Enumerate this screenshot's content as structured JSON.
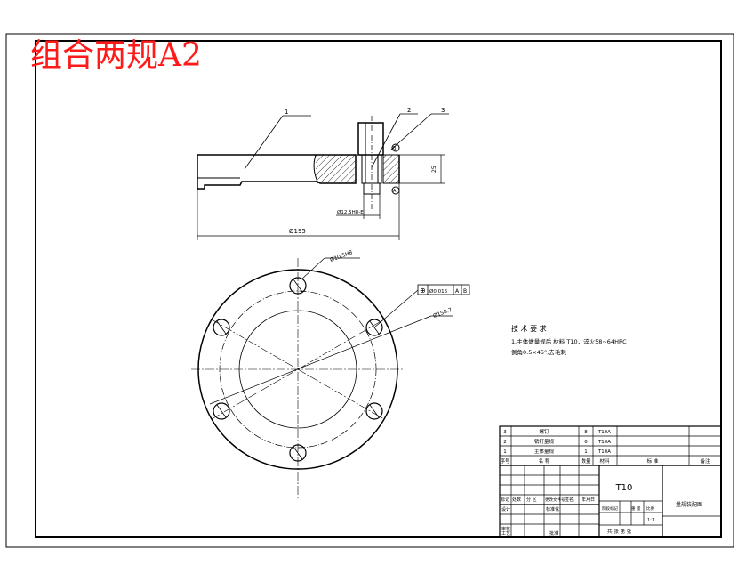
{
  "stamp": "组合两规A2",
  "colors": {
    "stamp": "#ff1a1a",
    "ink": "#000000",
    "paper": "#ffffff"
  },
  "section_view": {
    "balloons": [
      "1",
      "2",
      "3"
    ],
    "dim_diameter": "Ø195",
    "dim_height": "25",
    "dim_hole": "Ø12.5H8-E",
    "datum_b": "B",
    "datum_a": "A"
  },
  "plan_view": {
    "dim_hole": "Ø10.5H8",
    "dim_pcd": "Ø158.7",
    "fcf_symbol": "⊕",
    "fcf_tol": "Ø0.016",
    "fcf_datum_a": "A",
    "fcf_datum_b": "B"
  },
  "tech_req": {
    "title": "技 术 要 求",
    "line1": "1.主体做量规后  材料  T10，淬火58~64HRC",
    "line2": "倒角0.5×45°,去毛刺"
  },
  "parts": [
    {
      "no": "3",
      "name": "螺钉",
      "qty": "8",
      "material": "T10A"
    },
    {
      "no": "2",
      "name": "销钉量规",
      "qty": "6",
      "material": "T10A"
    },
    {
      "no": "1",
      "name": "主体量规",
      "qty": "1",
      "material": "T10A"
    }
  ],
  "parts_header": {
    "no": "序号",
    "name": "名  称",
    "qty": "数量",
    "material": "材料",
    "remark": "标  准",
    "note": "备注"
  },
  "title_block": {
    "material": "T10",
    "drawing_name": "量规装配图",
    "labels": {
      "mark": "标记",
      "count": "处数",
      "zone": "分 区",
      "change_doc": "更改文件号",
      "sign": "签名",
      "date": "年月日",
      "designer": "设计",
      "standardize": "标准化",
      "check": "审核",
      "process": "工艺",
      "approve": "批准",
      "stage": "阶段标记",
      "weight": "重 量",
      "scale_label": "比例",
      "scale_value": "1:1",
      "sheets": "共  张   第  张"
    }
  }
}
